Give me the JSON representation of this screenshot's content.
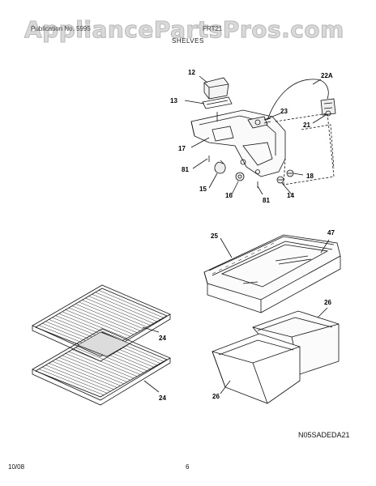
{
  "watermark": "AppliancePartsPros.com",
  "header": {
    "left_text": "Publication No. 5995",
    "right_text": "FRT21",
    "section_title": "SHELVES"
  },
  "callouts": {
    "c12": "12",
    "c13": "13",
    "c22a": "22A",
    "c23": "23",
    "c21": "21",
    "c17": "17",
    "c81a": "81",
    "c81b": "81",
    "c15": "15",
    "c16": "16",
    "c18": "18",
    "c14": "14",
    "c25": "25",
    "c47": "47",
    "c26a": "26",
    "c26b": "26",
    "c24a": "24",
    "c24b": "24"
  },
  "diagram_code": "N05SADEDA21",
  "footer": {
    "date": "10/08",
    "page": "6"
  }
}
